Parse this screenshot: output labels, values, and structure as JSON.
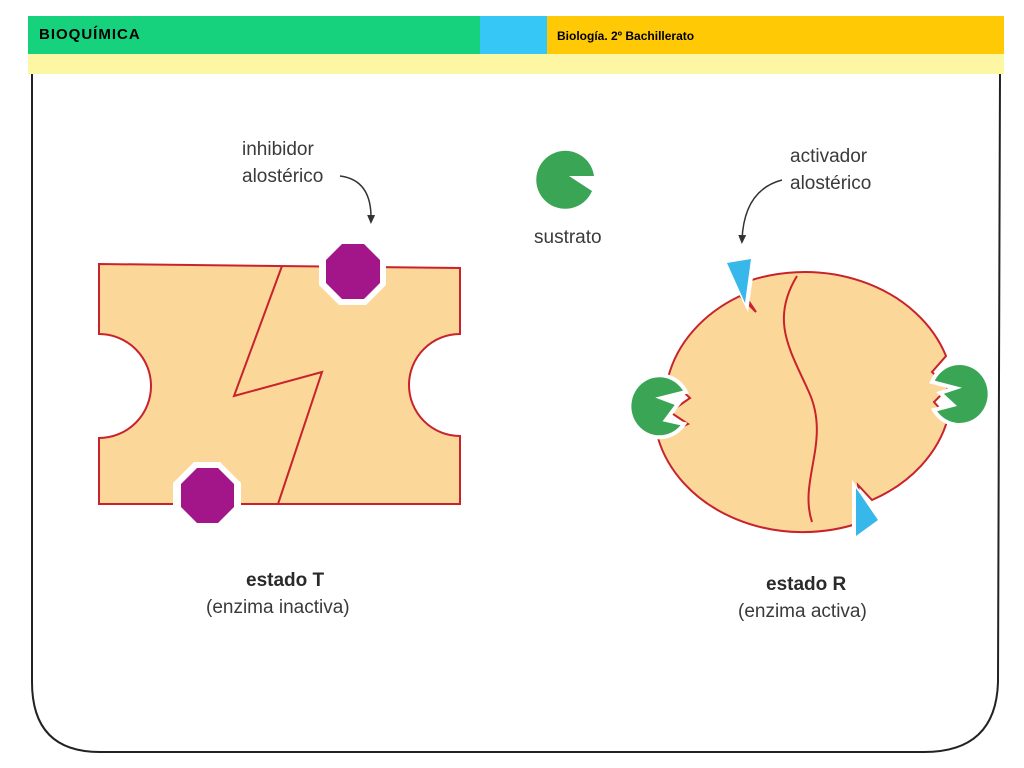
{
  "header": {
    "title": "BIOQUÍMICA",
    "subtitle": "Biología. 2º Bachillerato"
  },
  "diagram": {
    "inhibitor_label_line1": "inhibidor",
    "inhibitor_label_line2": "alostérico",
    "substrate_label": "sustrato",
    "activator_label_line1": "activador",
    "activator_label_line2": "alostérico",
    "state_t_title": "estado T",
    "state_t_subtitle": "(enzima inactiva)",
    "state_r_title": "estado R",
    "state_r_subtitle": "(enzima activa)"
  },
  "colors": {
    "enzyme_fill": "#fcd79a",
    "enzyme_stroke": "#c8232c",
    "inhibitor": "#a3168a",
    "activator": "#37b7ea",
    "substrate": "#3aa655",
    "header_green": "#16d27c",
    "header_blue": "#37c7f7",
    "header_yellow": "#ffca05",
    "header_strip": "#fdf6a2"
  }
}
